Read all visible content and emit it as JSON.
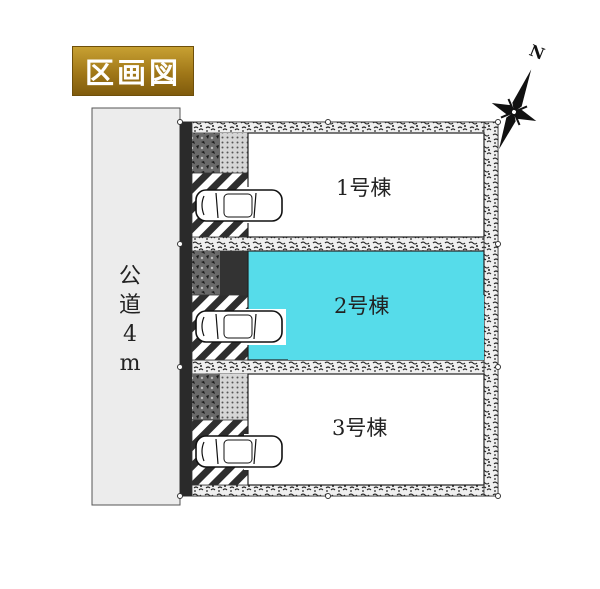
{
  "title": "区画図",
  "road": {
    "chars": [
      "公",
      "道",
      "4",
      "m"
    ]
  },
  "lots": [
    {
      "label": "1号棟",
      "highlighted": false
    },
    {
      "label": "2号棟",
      "highlighted": true
    },
    {
      "label": "3号棟",
      "highlighted": false
    }
  ],
  "compass": {
    "north_label": "N"
  },
  "colors": {
    "highlight": "#56dcea",
    "badge": "#a77d1c",
    "wall": "#2a2a2a"
  }
}
